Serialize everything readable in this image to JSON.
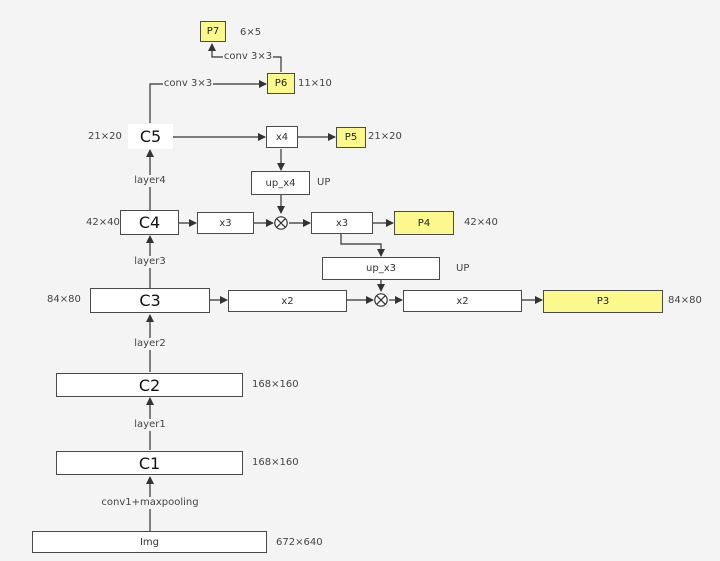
{
  "nodes": {
    "img": "Img",
    "c1": "C1",
    "c2": "C2",
    "c3": "C3",
    "c4": "C4",
    "c5": "C5",
    "c3_x2": "x2",
    "c4_x3": "x3",
    "c5_x4": "x4",
    "up_x4": "up_x4",
    "p4_x3": "x3",
    "up_x3": "up_x3",
    "p3_x2": "x2",
    "p3": "P3",
    "p4": "P4",
    "p5": "P5",
    "p6": "P6",
    "p7": "P7"
  },
  "sizes": {
    "img": "672×640",
    "c1": "168×160",
    "c2": "168×160",
    "c3": "84×80",
    "c4": "42×40",
    "c5": "21×20",
    "p3": "84×80",
    "p4": "42×40",
    "p5": "21×20",
    "p6": "11×10",
    "p7": "6×5"
  },
  "edges": {
    "conv1": "conv1+maxpooling",
    "layer1": "layer1",
    "layer2": "layer2",
    "layer3": "layer3",
    "layer4": "layer4",
    "conv_c5_p6": "conv 3×3",
    "conv_p6_p7": "conv 3×3",
    "up_label_1": "UP",
    "up_label_2": "UP"
  },
  "colors": {
    "box_fill": "#ffffff",
    "highlight_fill": "#fbf88c",
    "line": "#333333",
    "background": "#f4f4f4"
  }
}
